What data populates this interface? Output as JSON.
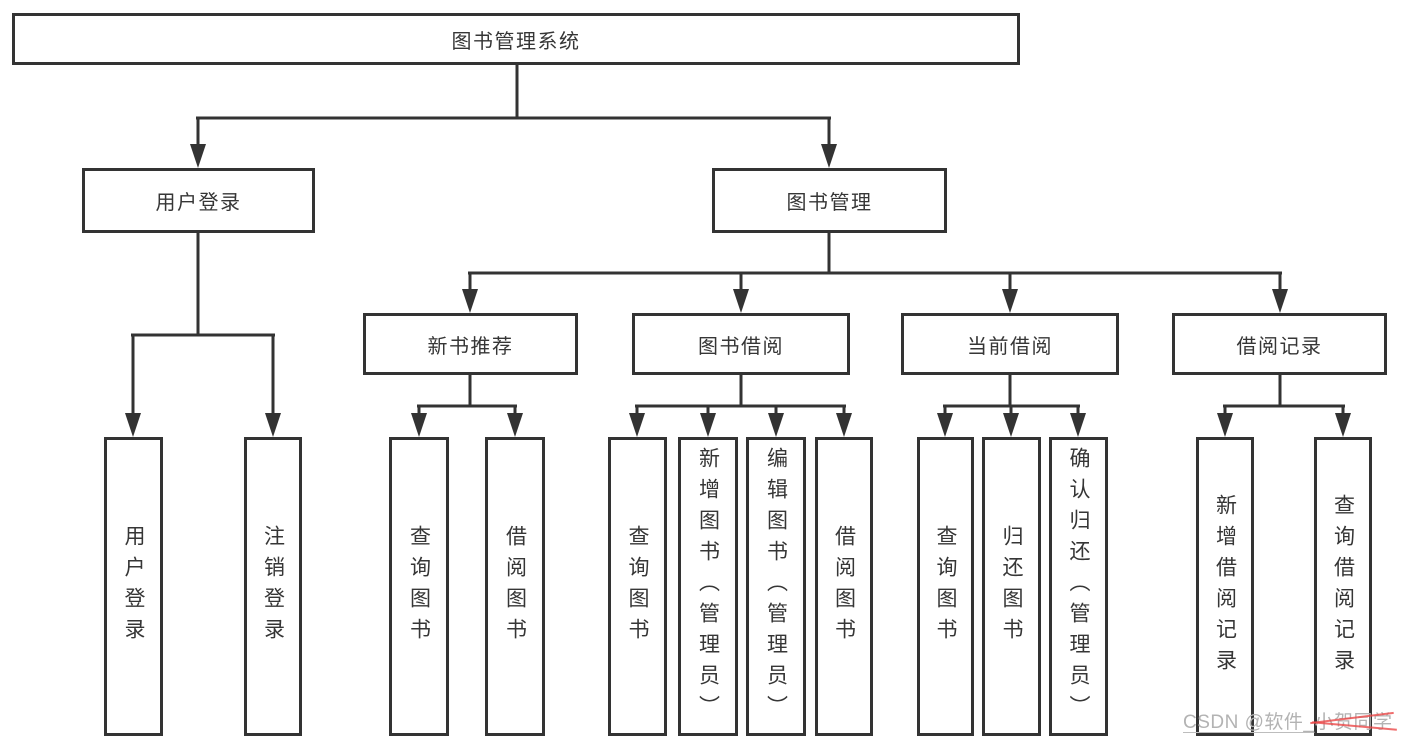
{
  "tree": {
    "label": "图书管理系统",
    "children": [
      {
        "label": "用户登录",
        "children": [
          {
            "label": "用户登录"
          },
          {
            "label": "注销登录"
          }
        ]
      },
      {
        "label": "图书管理",
        "children": [
          {
            "label": "新书推荐",
            "children": [
              {
                "label": "查询图书"
              },
              {
                "label": "借阅图书"
              }
            ]
          },
          {
            "label": "图书借阅",
            "children": [
              {
                "label": "查询图书"
              },
              {
                "label": "新增图书（管理员）"
              },
              {
                "label": "编辑图书（管理员）"
              },
              {
                "label": "借阅图书"
              }
            ]
          },
          {
            "label": "当前借阅",
            "children": [
              {
                "label": "查询图书"
              },
              {
                "label": "归还图书"
              },
              {
                "label": "确认归还（管理员）"
              }
            ]
          },
          {
            "label": "借阅记录",
            "children": [
              {
                "label": "新增借阅记录"
              },
              {
                "label": "查询借阅记录"
              }
            ]
          }
        ]
      }
    ]
  },
  "watermark": {
    "prefix": "CSDN @软件_",
    "suffix": "小贺同学"
  },
  "colors": {
    "line": "#333333",
    "text": "#363636",
    "watermark_gray": "#b3b3b3",
    "watermark_red": "#eb4848"
  }
}
